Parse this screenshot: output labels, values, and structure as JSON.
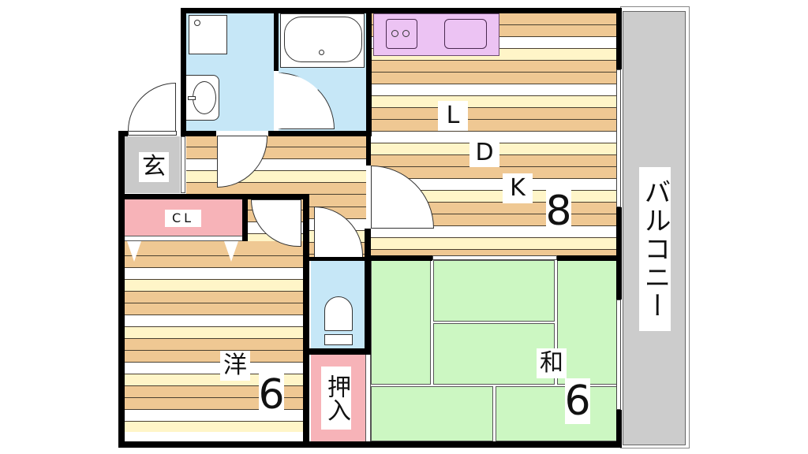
{
  "floor_plan": {
    "layout_type": "2LDK-style apartment floor plan",
    "rooms": {
      "ldk": {
        "letters": [
          "L",
          "D",
          "K"
        ],
        "size": "8",
        "label_l": "L",
        "label_d": "D",
        "label_k": "K"
      },
      "western_room": {
        "label": "洋",
        "size": "6"
      },
      "japanese_room": {
        "label": "和",
        "size": "6"
      },
      "entrance": {
        "label": "玄"
      },
      "closet": {
        "label": "CL"
      },
      "oshiire": {
        "label": "押入"
      },
      "balcony": {
        "label": "バルコニー"
      }
    },
    "colors": {
      "wall": "#000000",
      "wood_floor_dark": "#efc893",
      "wood_floor_light": "#fff5c8",
      "wet_area": "#c6e7f7",
      "kitchen_counter": "#ecc3f3",
      "closet": "#f7b3b8",
      "tatami": "#ccf7c2",
      "entrance": "#c9c9c9",
      "balcony": "#cccccc"
    }
  }
}
